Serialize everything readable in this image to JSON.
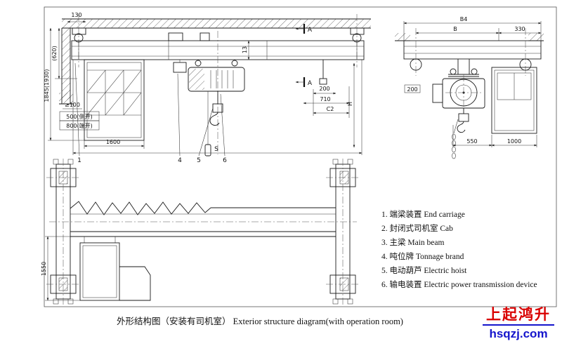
{
  "front": {
    "d130": "130",
    "d620": "(620)",
    "d1845": "1845(1930)",
    "dmin100": "≥100",
    "d500": "500(侧开)",
    "d800": "800(端开)",
    "d1600": "1600",
    "d13": "13",
    "d200": "200",
    "d710": "710",
    "c2": "C2",
    "s": "S",
    "h": "H",
    "a1": "A",
    "a2": "A",
    "callout1": "1",
    "callout4": "4",
    "callout5": "5",
    "callout6": "6"
  },
  "side": {
    "b4": "B4",
    "b": "B",
    "d330": "330",
    "d200": "200",
    "d550": "550",
    "d1000": "1000"
  },
  "plan": {
    "d1550": "1550"
  },
  "legend": {
    "items": [
      {
        "text": "1. 端梁装置 End carriage"
      },
      {
        "text": "2. 封闭式司机室 Cab"
      },
      {
        "text": "3. 主梁 Main beam"
      },
      {
        "text": "4. 吨位牌 Tonnage brand"
      },
      {
        "text": "5. 电动葫芦 Electric hoist"
      },
      {
        "text": "6. 输电装置 Electric power transmission device"
      }
    ]
  },
  "caption": "外形结构图（安装有司机室） Exterior structure diagram(with operation room)",
  "logo": {
    "name": "上起鸿升",
    "site": "hsqzj.com",
    "name_color": "#d90000",
    "site_color": "#1414cc"
  }
}
